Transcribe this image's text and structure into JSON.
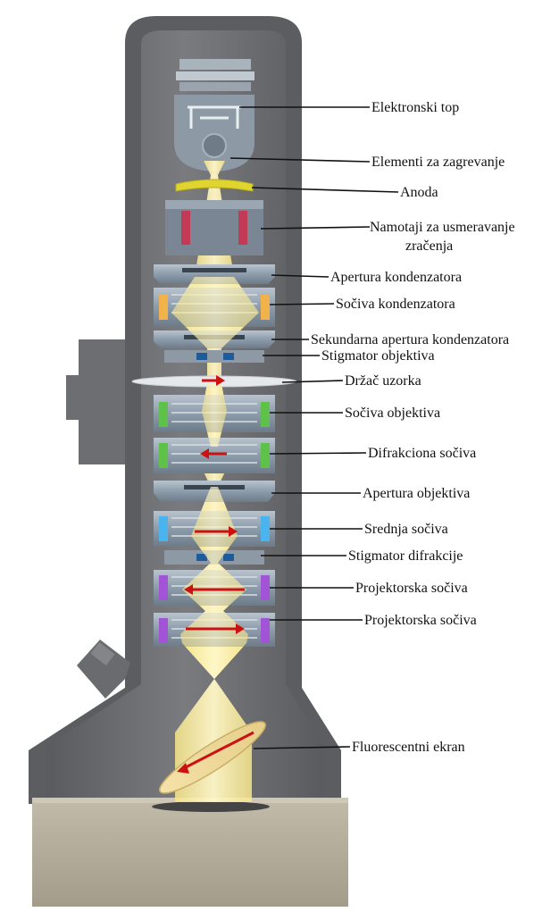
{
  "labels": [
    {
      "id": "elektronski-top",
      "text": "Elektronski top"
    },
    {
      "id": "elementi-za-zagrevanje",
      "text": "Elementi za zagrevanje"
    },
    {
      "id": "anoda",
      "text": "Anoda"
    },
    {
      "id": "namotaji-1",
      "text": "Namotaji za usmeravanje"
    },
    {
      "id": "namotaji-2",
      "text": "zračenja"
    },
    {
      "id": "apertura-kondenzatora",
      "text": "Apertura kondenzatora"
    },
    {
      "id": "sociva-kondenzatora",
      "text": "Sočiva kondenzatora"
    },
    {
      "id": "sekundarna-apertura",
      "text": "Sekundarna apertura kondenzatora"
    },
    {
      "id": "stigmator-objektiva",
      "text": "Stigmator objektiva"
    },
    {
      "id": "drzac-uzorka",
      "text": "Držač uzorka"
    },
    {
      "id": "sociva-objektiva",
      "text": "Sočiva objektiva"
    },
    {
      "id": "difrakciona-sociva",
      "text": "Difrakciona sočiva"
    },
    {
      "id": "apertura-objektiva",
      "text": "Apertura objektiva"
    },
    {
      "id": "srednja-sociva",
      "text": "Srednja sočiva"
    },
    {
      "id": "stigmator-difrakcije",
      "text": "Stigmator difrakcije"
    },
    {
      "id": "projektorska-sociva-1",
      "text": "Projektorska sočiva"
    },
    {
      "id": "projektorska-sociva-2",
      "text": "Projektorska sočiva"
    },
    {
      "id": "fluorescentni-ekran",
      "text": "Fluorescentni ekran"
    }
  ],
  "colors": {
    "column_body": "#6e6e70",
    "column_inner": "#7b7c7f",
    "base": "#b5ad9c",
    "beam": "#fbefa0",
    "beam_edge": "#f3dc72",
    "arrow": "#cc1111",
    "lens_steel": "#8a99a8",
    "coil_orange": "#f2b24a",
    "coil_green": "#5ec24a",
    "coil_blue": "#4ab4ee",
    "coil_purple": "#a154d6",
    "anode": "#e0d530",
    "deflect_red": "#c23a55"
  }
}
